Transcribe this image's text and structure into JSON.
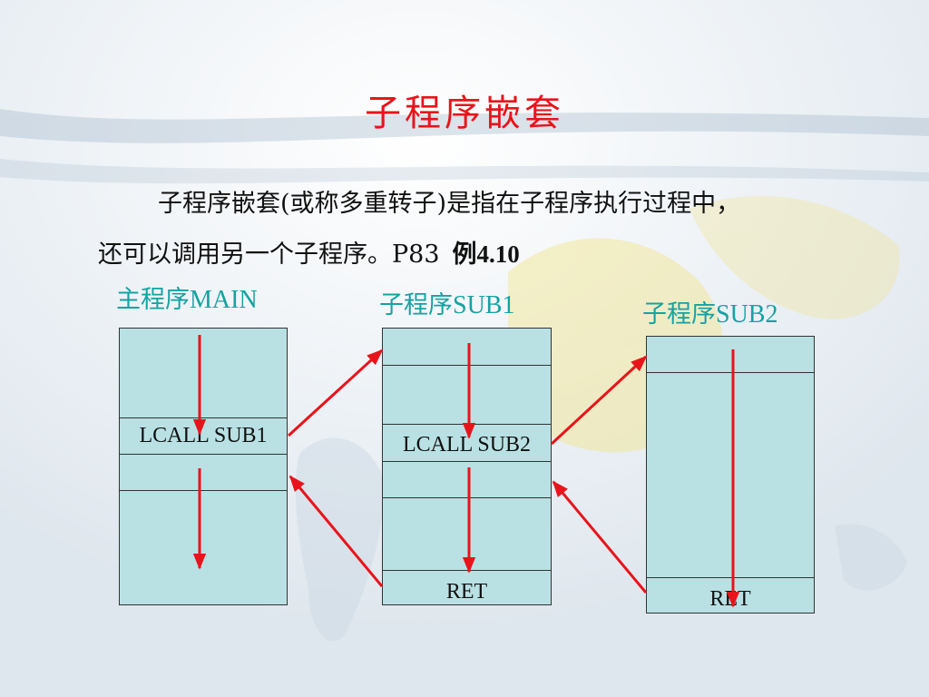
{
  "slide": {
    "title": "子程序嵌套",
    "paragraph_line1": "子程序嵌套(或称多重转子)是指在子程序执行过程中，",
    "paragraph_line2": "还可以调用另一个子程序。P83",
    "paragraph_example": "例4.10"
  },
  "diagram": {
    "main": {
      "label_cn": "主程序",
      "label_en": "MAIN",
      "call_text": "LCALL  SUB1"
    },
    "sub1": {
      "label_cn": "子程序",
      "label_en": "SUB1",
      "call_text": "LCALL  SUB2",
      "ret_text": "RET"
    },
    "sub2": {
      "label_cn": "子程序",
      "label_en": "SUB2",
      "ret_text": "RET"
    }
  },
  "colors": {
    "title": "#e8141b",
    "label": "#16a2a2",
    "box_fill": "#b9e1e4",
    "arrow": "#e8141b"
  }
}
